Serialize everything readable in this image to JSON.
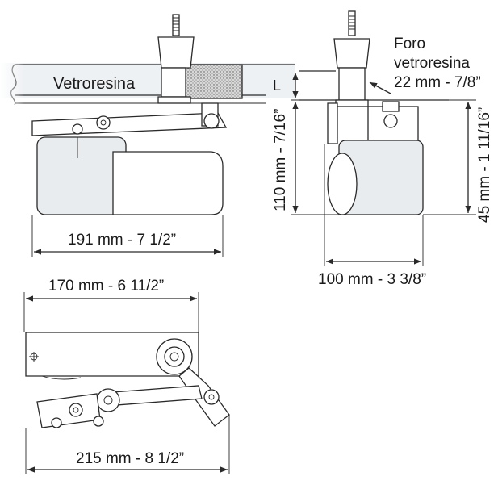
{
  "labels": {
    "vetroresina": "Vetroresina",
    "foro_line1": "Foro",
    "foro_line2": "vetroresina",
    "foro_line3": "22 mm - 7/8”",
    "L": "L"
  },
  "dimensions": {
    "side_width": "191 mm - 7 1/2”",
    "front_height": "110 mm - 7/16”",
    "front_right_height": "45 mm - 1 11/16”",
    "front_width": "100 mm - 3 3/8”",
    "top_width": "170 mm - 6 11/2”",
    "bottom_width": "215 mm - 8 1/2”"
  }
}
